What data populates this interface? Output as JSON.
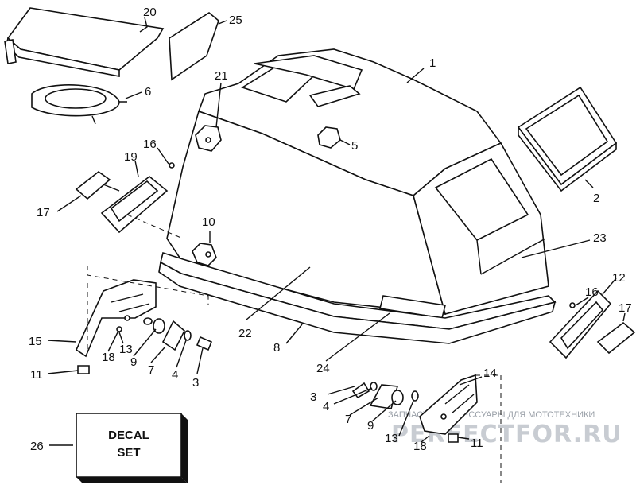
{
  "callouts": [
    {
      "id": "c1",
      "label": "1"
    },
    {
      "id": "c20",
      "label": "20"
    },
    {
      "id": "c25",
      "label": "25"
    },
    {
      "id": "c6",
      "label": "6"
    },
    {
      "id": "c21",
      "label": "21"
    },
    {
      "id": "c5",
      "label": "5"
    },
    {
      "id": "c16a",
      "label": "16"
    },
    {
      "id": "c19",
      "label": "19"
    },
    {
      "id": "c17a",
      "label": "17"
    },
    {
      "id": "c2",
      "label": "2"
    },
    {
      "id": "c10",
      "label": "10"
    },
    {
      "id": "c23",
      "label": "23"
    },
    {
      "id": "c12",
      "label": "12"
    },
    {
      "id": "c16b",
      "label": "16"
    },
    {
      "id": "c17b",
      "label": "17"
    },
    {
      "id": "c15",
      "label": "15"
    },
    {
      "id": "c13a",
      "label": "13"
    },
    {
      "id": "c18a",
      "label": "18"
    },
    {
      "id": "c9a",
      "label": "9"
    },
    {
      "id": "c7a",
      "label": "7"
    },
    {
      "id": "c4a",
      "label": "4"
    },
    {
      "id": "c3a",
      "label": "3"
    },
    {
      "id": "c11a",
      "label": "11"
    },
    {
      "id": "c22",
      "label": "22"
    },
    {
      "id": "c8",
      "label": "8"
    },
    {
      "id": "c24",
      "label": "24"
    },
    {
      "id": "c14",
      "label": "14"
    },
    {
      "id": "c3b",
      "label": "3"
    },
    {
      "id": "c4b",
      "label": "4"
    },
    {
      "id": "c7b",
      "label": "7"
    },
    {
      "id": "c9b",
      "label": "9"
    },
    {
      "id": "c13b",
      "label": "13"
    },
    {
      "id": "c18b",
      "label": "18"
    },
    {
      "id": "c11b",
      "label": "11"
    },
    {
      "id": "c26",
      "label": "26"
    }
  ],
  "decal_box": {
    "line1": "DECAL",
    "line2": "SET"
  },
  "watermark": {
    "caption": "ЗАПЧАСТИ И АКСЕССУАРЫ ДЛЯ МОТОТЕХНИКИ",
    "site": "PERFECTFOR.RU"
  }
}
